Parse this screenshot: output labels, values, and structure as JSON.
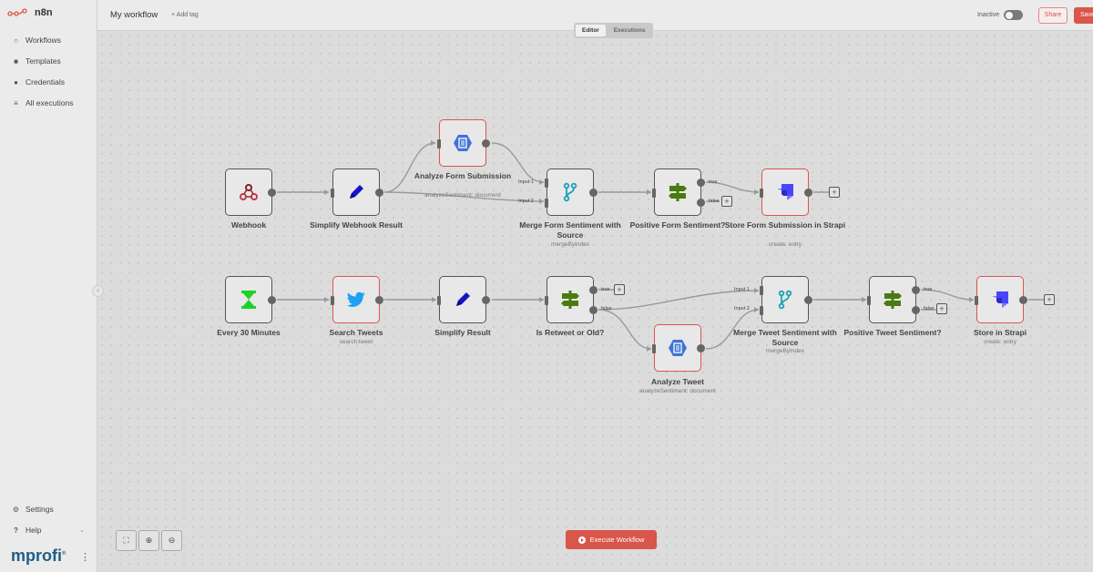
{
  "app": {
    "name": "n8n",
    "brand": "mprofi",
    "brand_mark": "®"
  },
  "sidebar": {
    "items": [
      {
        "label": "Workflows",
        "icon": "network-icon"
      },
      {
        "label": "Templates",
        "icon": "box-icon"
      },
      {
        "label": "Credentials",
        "icon": "key-icon"
      },
      {
        "label": "All executions",
        "icon": "list-icon"
      }
    ],
    "bottom": [
      {
        "label": "Settings",
        "icon": "gear-icon"
      },
      {
        "label": "Help",
        "icon": "question-icon"
      }
    ]
  },
  "header": {
    "workflow_name": "My workflow",
    "add_tag": "+ Add tag",
    "status_label": "Inactive",
    "share_label": "Share",
    "save_label": "Save",
    "tabs": [
      {
        "label": "Editor",
        "active": true
      },
      {
        "label": "Executions",
        "active": false
      }
    ]
  },
  "nodes": [
    {
      "id": "webhook",
      "label": "Webhook",
      "sub": "",
      "icon": "webhook-icon"
    },
    {
      "id": "simplify_webhook",
      "label": "Simplify Webhook Result",
      "sub": "",
      "icon": "pencil-icon"
    },
    {
      "id": "analyze_form",
      "label": "Analyze Form Submission",
      "sub": "analyzeSentiment: document",
      "icon": "google-nl-icon"
    },
    {
      "id": "merge_form",
      "label": "Merge Form Sentiment with Source",
      "sub": "mergeByIndex",
      "icon": "merge-icon"
    },
    {
      "id": "positive_form",
      "label": "Positive Form Sentiment?",
      "sub": "",
      "icon": "signpost-icon"
    },
    {
      "id": "store_form",
      "label": "Store Form Submission in Strapi",
      "sub": "create: entry",
      "icon": "strapi-icon"
    },
    {
      "id": "every30",
      "label": "Every 30 Minutes",
      "sub": "",
      "icon": "hourglass-icon"
    },
    {
      "id": "search_tweets",
      "label": "Search Tweets",
      "sub": "search:tweet",
      "icon": "twitter-icon"
    },
    {
      "id": "simplify_result",
      "label": "Simplify Result",
      "sub": "",
      "icon": "pencil-icon"
    },
    {
      "id": "is_retweet",
      "label": "Is Retweet or Old?",
      "sub": "",
      "icon": "signpost-icon"
    },
    {
      "id": "analyze_tweet",
      "label": "Analyze Tweet",
      "sub": "analyzeSentiment: document",
      "icon": "google-nl-icon"
    },
    {
      "id": "merge_tweet",
      "label": "Merge Tweet Sentiment with Source",
      "sub": "mergeByIndex",
      "icon": "merge-icon"
    },
    {
      "id": "positive_tweet",
      "label": "Positive Tweet Sentiment?",
      "sub": "",
      "icon": "signpost-icon"
    },
    {
      "id": "store_strapi",
      "label": "Store in Strapi",
      "sub": "create: entry",
      "icon": "strapi-icon"
    }
  ],
  "port_labels": {
    "input1": "Input 1",
    "input2": "Input 2",
    "true": "true",
    "false": "false"
  },
  "plus": "+",
  "execute_label": "Execute Workflow",
  "colors": {
    "accent": "#d9564a",
    "node_border": "#555555",
    "brand": "#1e5e86"
  }
}
